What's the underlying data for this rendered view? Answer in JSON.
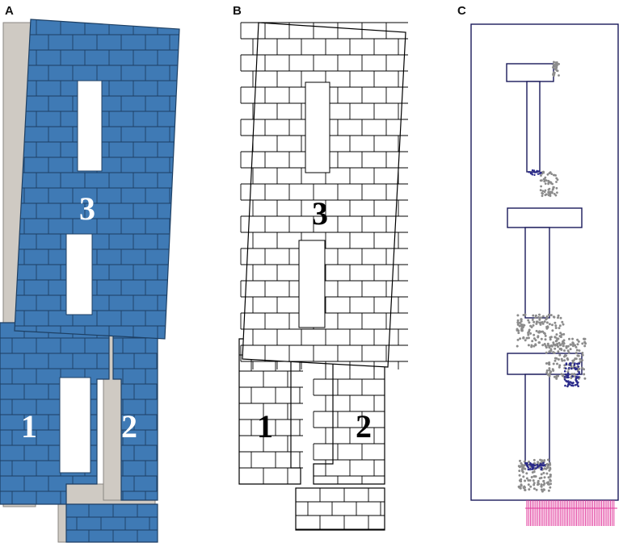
{
  "panels": [
    {
      "letter": "A"
    },
    {
      "letter": "B"
    },
    {
      "letter": "C"
    }
  ],
  "region_labels": {
    "a": [
      "1",
      "2",
      "3"
    ],
    "b": [
      "1",
      "2",
      "3"
    ]
  },
  "colors": {
    "brick_fill": "#3f7ab5",
    "brick_line": "#1d3f63",
    "undeformed_fill": "#cfcac3",
    "outline": "#000000",
    "panel_c_outline": "#1a1a5a",
    "damage_gray": "#8c8c8c",
    "damage_blue": "#2a2a8a",
    "support_pink": "#e0359a"
  }
}
